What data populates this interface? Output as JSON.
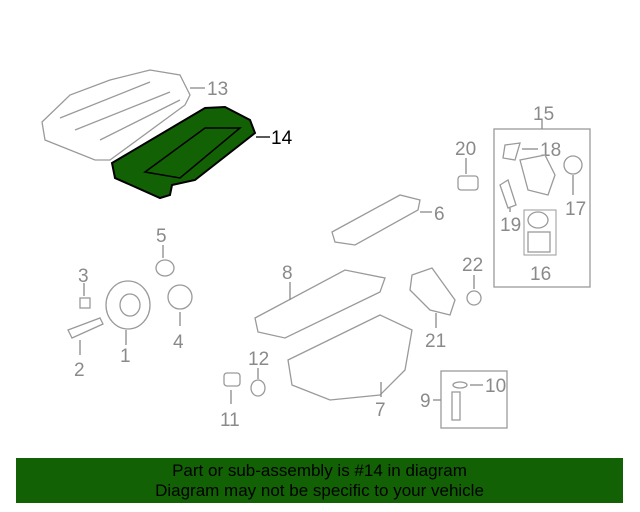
{
  "diagram": {
    "highlighted_part": "14",
    "highlight_color": "#126205",
    "callouts": [
      "1",
      "2",
      "3",
      "4",
      "5",
      "6",
      "7",
      "8",
      "9",
      "10",
      "11",
      "12",
      "13",
      "14",
      "15",
      "16",
      "17",
      "18",
      "19",
      "20",
      "21",
      "22"
    ]
  },
  "banner": {
    "line1": "Part or sub-assembly is #14 in diagram",
    "line2": "Diagram may not be specific to your vehicle",
    "background": "#126205"
  }
}
